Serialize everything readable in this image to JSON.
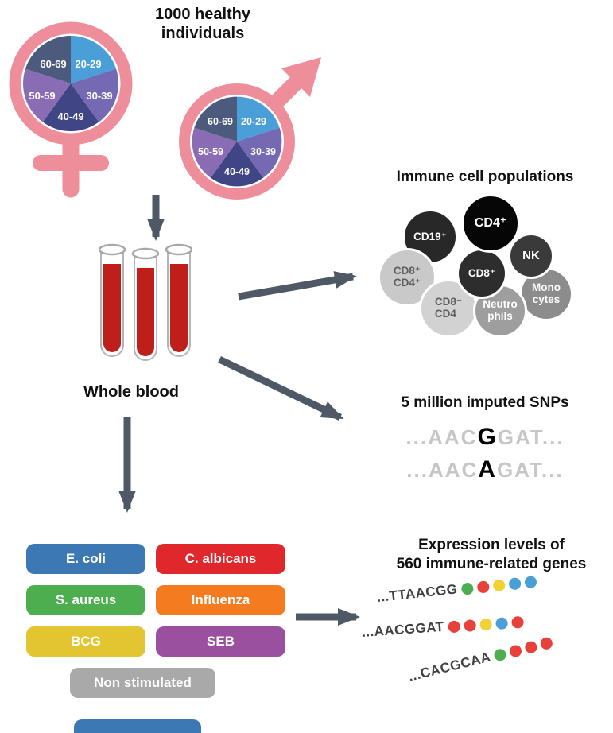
{
  "header": {
    "title_line1": "1000 healthy",
    "title_line2": "individuals"
  },
  "demographics": {
    "symbol_color": "#ee8e9a",
    "age_groups": [
      {
        "label": "20-29",
        "color": "#4a9fd8"
      },
      {
        "label": "30-39",
        "color": "#7569b3"
      },
      {
        "label": "40-49",
        "color": "#3f4585"
      },
      {
        "label": "50-59",
        "color": "#8a6cb4"
      },
      {
        "label": "60-69",
        "color": "#4c5a7d"
      }
    ]
  },
  "blood": {
    "label": "Whole blood",
    "tube_color": "#bf1f1b"
  },
  "immune_cells": {
    "title": "Immune cell populations",
    "cells": [
      {
        "label": "CD19⁺",
        "color": "#282828"
      },
      {
        "label": "CD8⁺\nCD4⁺",
        "color": "#c9c9c9"
      },
      {
        "label": "Mono\ncytes",
        "color": "#8c8c8c"
      },
      {
        "label": "NK",
        "color": "#3a3a3a"
      },
      {
        "label": "CD8⁻\nCD4⁻",
        "color": "#d2d2d2"
      },
      {
        "label": "Neutro\nphils",
        "color": "#9e9e9e"
      },
      {
        "label": "CD8⁺",
        "color": "#2d2d2d"
      },
      {
        "label": "CD4⁺",
        "color": "#060606"
      }
    ]
  },
  "snp": {
    "title": "5 million imputed SNPs",
    "lines": [
      {
        "pre": "...AAC",
        "variant": "G",
        "post": "GAT..."
      },
      {
        "pre": "...AAC",
        "variant": "A",
        "post": "GAT..."
      }
    ]
  },
  "stimuli": {
    "items": [
      {
        "label": "E. coli",
        "color": "#3c78b4"
      },
      {
        "label": "C. albicans",
        "color": "#e0282c"
      },
      {
        "label": "S. aureus",
        "color": "#4cae4f"
      },
      {
        "label": "Influenza",
        "color": "#f47b20"
      },
      {
        "label": "BCG",
        "color": "#e2c531"
      },
      {
        "label": "SEB",
        "color": "#9b4f9f"
      },
      {
        "label": "Non stimulated",
        "color": "#a9a9a9"
      }
    ],
    "cropped_item_color": "#3c78b4"
  },
  "expression": {
    "title_line1": "Expression levels of",
    "title_line2": "560 immune-related genes",
    "rows": [
      {
        "seq": "...TTAACGG",
        "dots": [
          {
            "name": "green",
            "hex": "#4cae4f"
          },
          {
            "name": "red",
            "hex": "#e8413c"
          },
          {
            "name": "yellow",
            "hex": "#f2d233"
          },
          {
            "name": "blue",
            "hex": "#4a9fd8"
          },
          {
            "name": "blue",
            "hex": "#4a9fd8"
          }
        ]
      },
      {
        "seq": "...AACGGAT",
        "dots": [
          {
            "name": "red",
            "hex": "#e8413c"
          },
          {
            "name": "red",
            "hex": "#e8413c"
          },
          {
            "name": "yellow",
            "hex": "#f2d233"
          },
          {
            "name": "blue",
            "hex": "#4a9fd8"
          },
          {
            "name": "red",
            "hex": "#e8413c"
          }
        ]
      },
      {
        "seq": "...CACGCAA",
        "dots": [
          {
            "name": "green",
            "hex": "#4cae4f"
          },
          {
            "name": "red",
            "hex": "#e8413c"
          },
          {
            "name": "red",
            "hex": "#e8413c"
          },
          {
            "name": "red",
            "hex": "#e8413c"
          }
        ]
      }
    ]
  },
  "arrow_color": "#4e5965"
}
